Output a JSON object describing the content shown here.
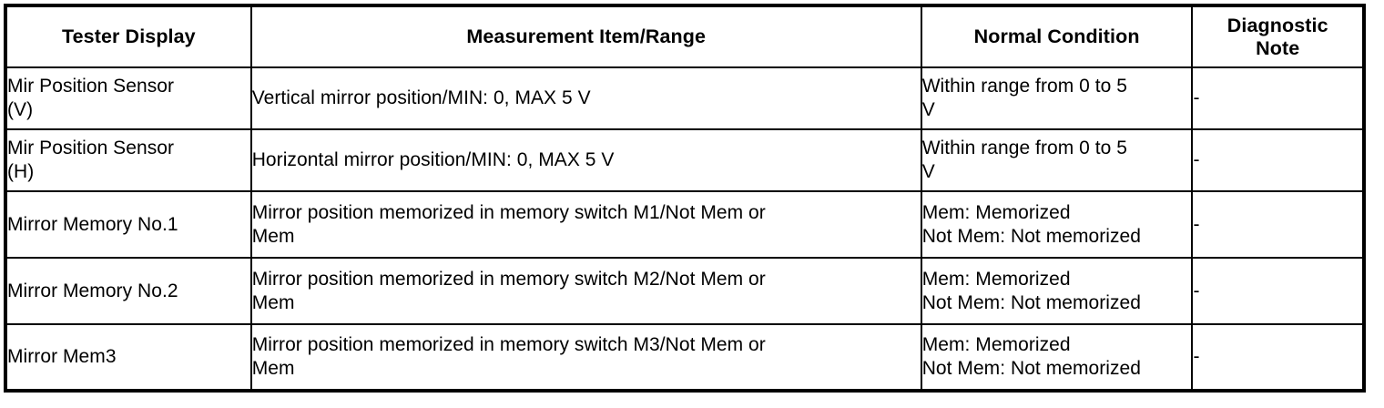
{
  "table": {
    "name": "tester-display-measurement-spec-table",
    "headers": [
      {
        "id": "tester-display",
        "label": "Tester Display"
      },
      {
        "id": "measurement-item-range",
        "label": "Measurement Item/Range"
      },
      {
        "id": "normal-condition",
        "label": "Normal Condition"
      },
      {
        "id": "diagnostic-note",
        "label_line1": "Diagnostic",
        "label_line2": "Note"
      }
    ],
    "rows": [
      {
        "id": "mirror-position-sensor-v",
        "tester_line1": "Mir Position Sensor",
        "tester_line2": "(V)",
        "measurement_line1": "Vertical mirror position/MIN: 0, MAX 5 V",
        "measurement_line2": "",
        "normal_line1": "Within range from 0 to 5",
        "normal_line2": "V",
        "note": "-"
      },
      {
        "id": "mirror-position-sensor-h",
        "tester_line1": "Mir Position Sensor",
        "tester_line2": "(H)",
        "measurement_line1": "Horizontal mirror position/MIN: 0, MAX 5 V",
        "measurement_line2": "",
        "normal_line1": "Within range from 0 to 5",
        "normal_line2": "V",
        "note": "-"
      },
      {
        "id": "mirror-memory-no-1",
        "tester_line1": "Mirror Memory No.1",
        "tester_line2": "",
        "measurement_line1": "Mirror position memorized in memory switch M1/Not Mem or",
        "measurement_line2": "Mem",
        "normal_line1": "Mem: Memorized",
        "normal_line2": "Not Mem: Not memorized",
        "note": "-"
      },
      {
        "id": "mirror-memory-no-2",
        "tester_line1": "Mirror Memory No.2",
        "tester_line2": "",
        "measurement_line1": "Mirror position memorized in memory switch M2/Not Mem or",
        "measurement_line2": "Mem",
        "normal_line1": "Mem: Memorized",
        "normal_line2": "Not Mem: Not memorized",
        "note": "-"
      },
      {
        "id": "mirror-mem3",
        "tester_line1": "Mirror Mem3",
        "tester_line2": "",
        "measurement_line1": "Mirror position memorized in memory switch M3/Not Mem or",
        "measurement_line2": "Mem",
        "normal_line1": "Mem: Memorized",
        "normal_line2": "Not Mem: Not memorized",
        "note": "-"
      }
    ]
  },
  "colors": {
    "border": "#000000",
    "text": "#000000",
    "background": "#ffffff"
  }
}
